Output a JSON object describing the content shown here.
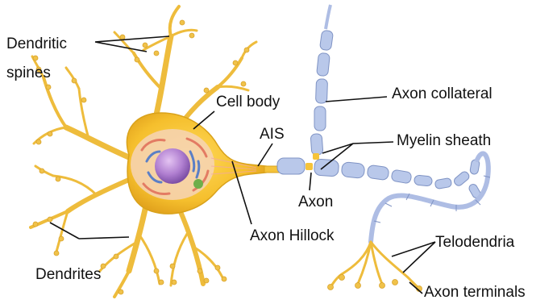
{
  "labels": {
    "dendritic_spines_line1": "Dendritic",
    "dendritic_spines_line2": "spines",
    "cell_body": "Cell body",
    "ais": "AIS",
    "axon": "Axon",
    "axon_hillock": "Axon Hillock",
    "axon_collateral": "Axon collateral",
    "myelin_sheath": "Myelin sheath",
    "telodendria": "Telodendria",
    "axon_terminals": "Axon terminals",
    "dendrites": "Dendrites"
  },
  "colors": {
    "neuron_fill": "#f4c430",
    "neuron_stroke": "#dca21a",
    "myelin_fill": "#b9c8ea",
    "myelin_stroke": "#7f93c4",
    "nucleus": "#a877c9",
    "organelles": "#5b7fc6",
    "er": "#e37b63",
    "leader_line": "#111111"
  }
}
